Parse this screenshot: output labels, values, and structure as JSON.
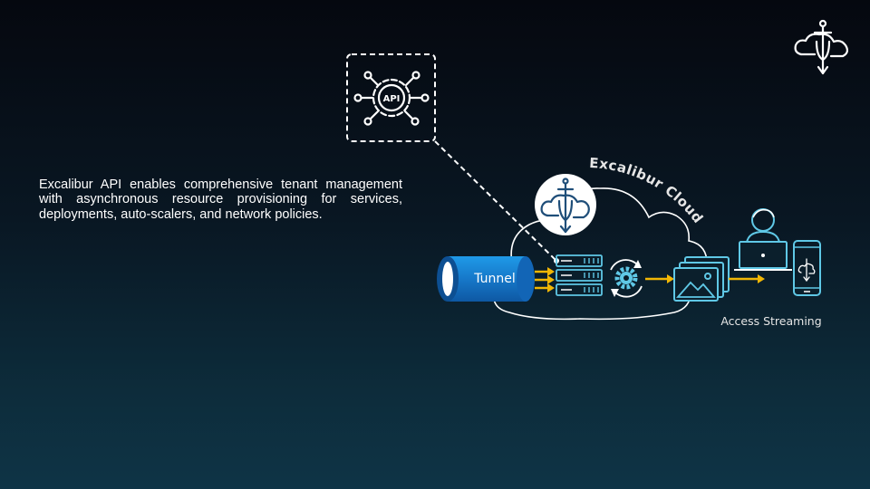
{
  "slide": {
    "description": "Excalibur API enables comprehensive tenant management with asynchronous resource provisioning for services, deployments, auto-scalers, and network policies."
  },
  "diagram": {
    "api_label": "API",
    "cloud_label": "Excalibur Cloud",
    "tunnel_label": "Tunnel",
    "access_label": "Access Streaming"
  },
  "colors": {
    "background_top": "#05080f",
    "background_bottom": "#0e3446",
    "tunnel_blue": "#1c86d6",
    "cyan_icon": "#5fc8e6",
    "arrow_yellow": "#f2b705",
    "logo_navy": "#1f4e79"
  },
  "icons": [
    "excalibur-logo-icon",
    "api-gear-icon",
    "server-rack-icon",
    "sync-gear-icon",
    "image-stack-icon",
    "user-laptop-icon",
    "mobile-phone-icon"
  ]
}
